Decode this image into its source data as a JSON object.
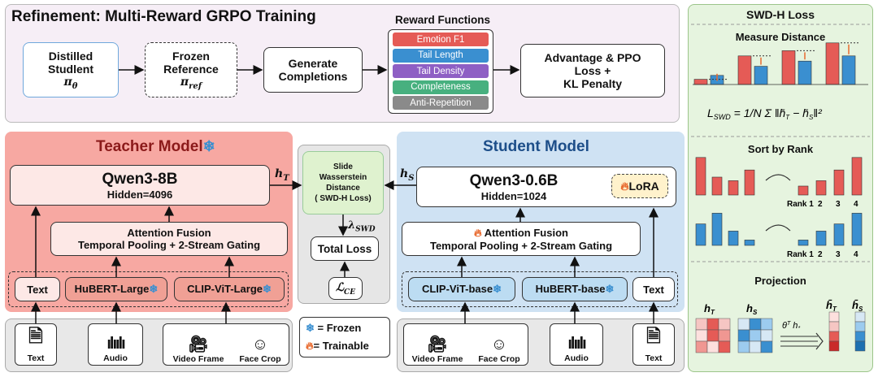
{
  "refine": {
    "title": "Refinement: Multi-Reward GRPO Training",
    "distilled": {
      "l1": "Distilled",
      "l2": "Studlent",
      "sym": "π",
      "sub": "θ"
    },
    "frozen_ref": {
      "l1": "Frozen",
      "l2": "Reference",
      "sym": "π",
      "sub": "ref"
    },
    "generate": {
      "l1": "Generate",
      "l2": "Completions"
    },
    "reward_title": "Reward Functions",
    "rewards": [
      {
        "label": "Emotion F1",
        "color": "#e55b56"
      },
      {
        "label": "Tail Length",
        "color": "#3a8fd0"
      },
      {
        "label": "Tail Density",
        "color": "#8e5fc4"
      },
      {
        "label": "Completeness",
        "color": "#47b07f"
      },
      {
        "label": "Anti-Repetition",
        "color": "#8a8a8a"
      }
    ],
    "advantage": {
      "l1": "Advantage & PPO",
      "l2": "Loss +",
      "l3": "KL Penalty"
    }
  },
  "teacher": {
    "title": "Teacher Model",
    "model": "Qwen3-8B",
    "hidden": "Hidden=4096",
    "fusion_l1": "Attention Fusion",
    "fusion_l2": "Temporal Pooling + 2-Stream Gating",
    "encoders": [
      "Text",
      "HuBERT-Large",
      "CLIP-ViT-Large"
    ],
    "h_label": "h",
    "h_sub": "T"
  },
  "student": {
    "title": "Student Model",
    "model": "Qwen3-0.6B",
    "hidden": "Hidden=1024",
    "lora": "LoRA",
    "fusion_l1": "Attention Fusion",
    "fusion_l2": "Temporal Pooling + 2-Stream Gating",
    "encoders": [
      "CLIP-ViT-base",
      "HuBERT-base",
      "Text"
    ],
    "h_label": "h",
    "h_sub": "S"
  },
  "center": {
    "swd_l1": "Slide",
    "swd_l2": "Wasserstein",
    "swd_l3": "Distance",
    "swd_l4": "( SWD-H Loss)",
    "lambda": "λ",
    "lambda_sub": "SWD",
    "total": "Total Loss",
    "ce": "ℒ",
    "ce_sub": "CE"
  },
  "legend": {
    "frozen": "= Frozen",
    "trainable": "= Trainable"
  },
  "inputs_left": [
    "Text",
    "Audio",
    "Video Frame",
    "Face Crop"
  ],
  "inputs_right": [
    "Video Frame",
    "Face Crop",
    "Audio",
    "Text"
  ],
  "swd": {
    "title": "SWD-H Loss",
    "measure": "Measure Distance",
    "formula_lhs": "L",
    "formula_lhs_sub": "SWD",
    "sort": "Sort by Rank",
    "ranks": [
      "Rank 1",
      "2",
      "3",
      "4"
    ],
    "projection": "Projection",
    "hT": "h",
    "hS": "h",
    "proj_op": "θ",
    "colors": {
      "red": "#e55b56",
      "blue": "#3a8fd0",
      "green_bg": "#e6f4df"
    }
  },
  "chart_data": {
    "type": "bar",
    "sort_red_values": [
      4.2,
      2.0,
      1.6,
      2.8
    ],
    "sort_red_ranked": [
      1.0,
      1.6,
      2.8,
      4.2
    ],
    "sort_blue_values": [
      2.4,
      3.6,
      1.6,
      0.6
    ],
    "sort_blue_ranked": [
      0.6,
      1.6,
      2.4,
      3.6
    ]
  }
}
